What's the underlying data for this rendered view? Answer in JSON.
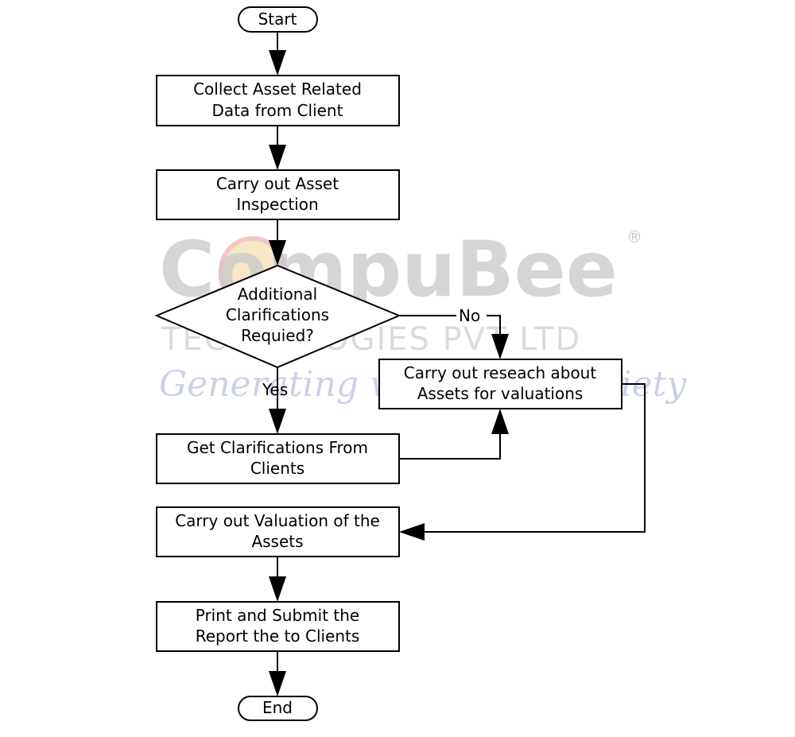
{
  "watermark": {
    "brand": "CompuBee",
    "company": "TECHNOLOGIES PVT LTD",
    "tagline": "Generating wealth for society",
    "registered_mark": "®"
  },
  "nodes": {
    "start": {
      "lines": [
        "Start"
      ]
    },
    "collect": {
      "lines": [
        "Collect Asset Related",
        "Data from Client"
      ]
    },
    "inspect": {
      "lines": [
        "Carry out Asset",
        "Inspection"
      ]
    },
    "decision": {
      "lines": [
        "Additional",
        "Clarifications",
        "Requied?"
      ]
    },
    "research": {
      "lines": [
        "Carry out reseach about",
        "Assets for valuations"
      ]
    },
    "clarify": {
      "lines": [
        "Get Clarifications From",
        "Clients"
      ]
    },
    "valuation": {
      "lines": [
        "Carry out Valuation of the",
        "Assets"
      ]
    },
    "print": {
      "lines": [
        "Print and Submit the",
        "Report the to Clients"
      ]
    },
    "end": {
      "lines": [
        "End"
      ]
    }
  },
  "edge_labels": {
    "no": "No",
    "yes": "Yes"
  }
}
